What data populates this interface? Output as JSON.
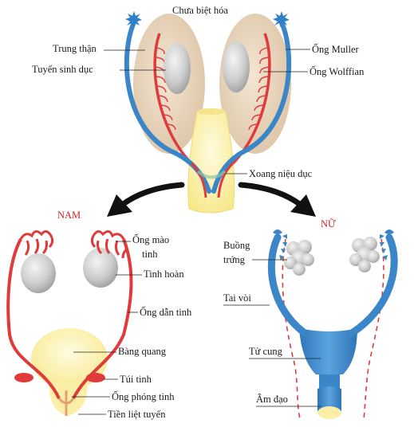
{
  "labels": {
    "undiff_title": "Chưa biệt hóa",
    "mesonephros": "Trung thận",
    "gonad": "Tuyến sinh dục",
    "muller_duct": "Ống Muller",
    "wolffian_duct": "Ống Wolffian",
    "urogenital_sinus": "Xoang niệu dục",
    "male": "NAM",
    "female": "NỮ",
    "epididymis_line1": "Ống mào",
    "epididymis_line2": "tinh",
    "testis": "Tinh hoàn",
    "vas_deferens": "Ống dẫn tinh",
    "bladder": "Bàng quang",
    "seminal_vesicle": "Túi tinh",
    "ejaculatory_duct": "Ống phóng tinh",
    "prostate": "Tiền liệt tuyến",
    "ovary_line1": "Buồng",
    "ovary_line2": "trứng",
    "fallopian_tube": "Tai vòi",
    "uterus": "Tử cung",
    "vagina": "Âm đạo"
  },
  "colors": {
    "muller_blue": "#3b86c8",
    "wolffian_red": "#e03a3a",
    "mesonephros_tan": "#ecd9c2",
    "gonad_gray": "#cfcfcf",
    "sinus_yellow": "#fdf3b8",
    "sex_label_red": "#d32222"
  }
}
